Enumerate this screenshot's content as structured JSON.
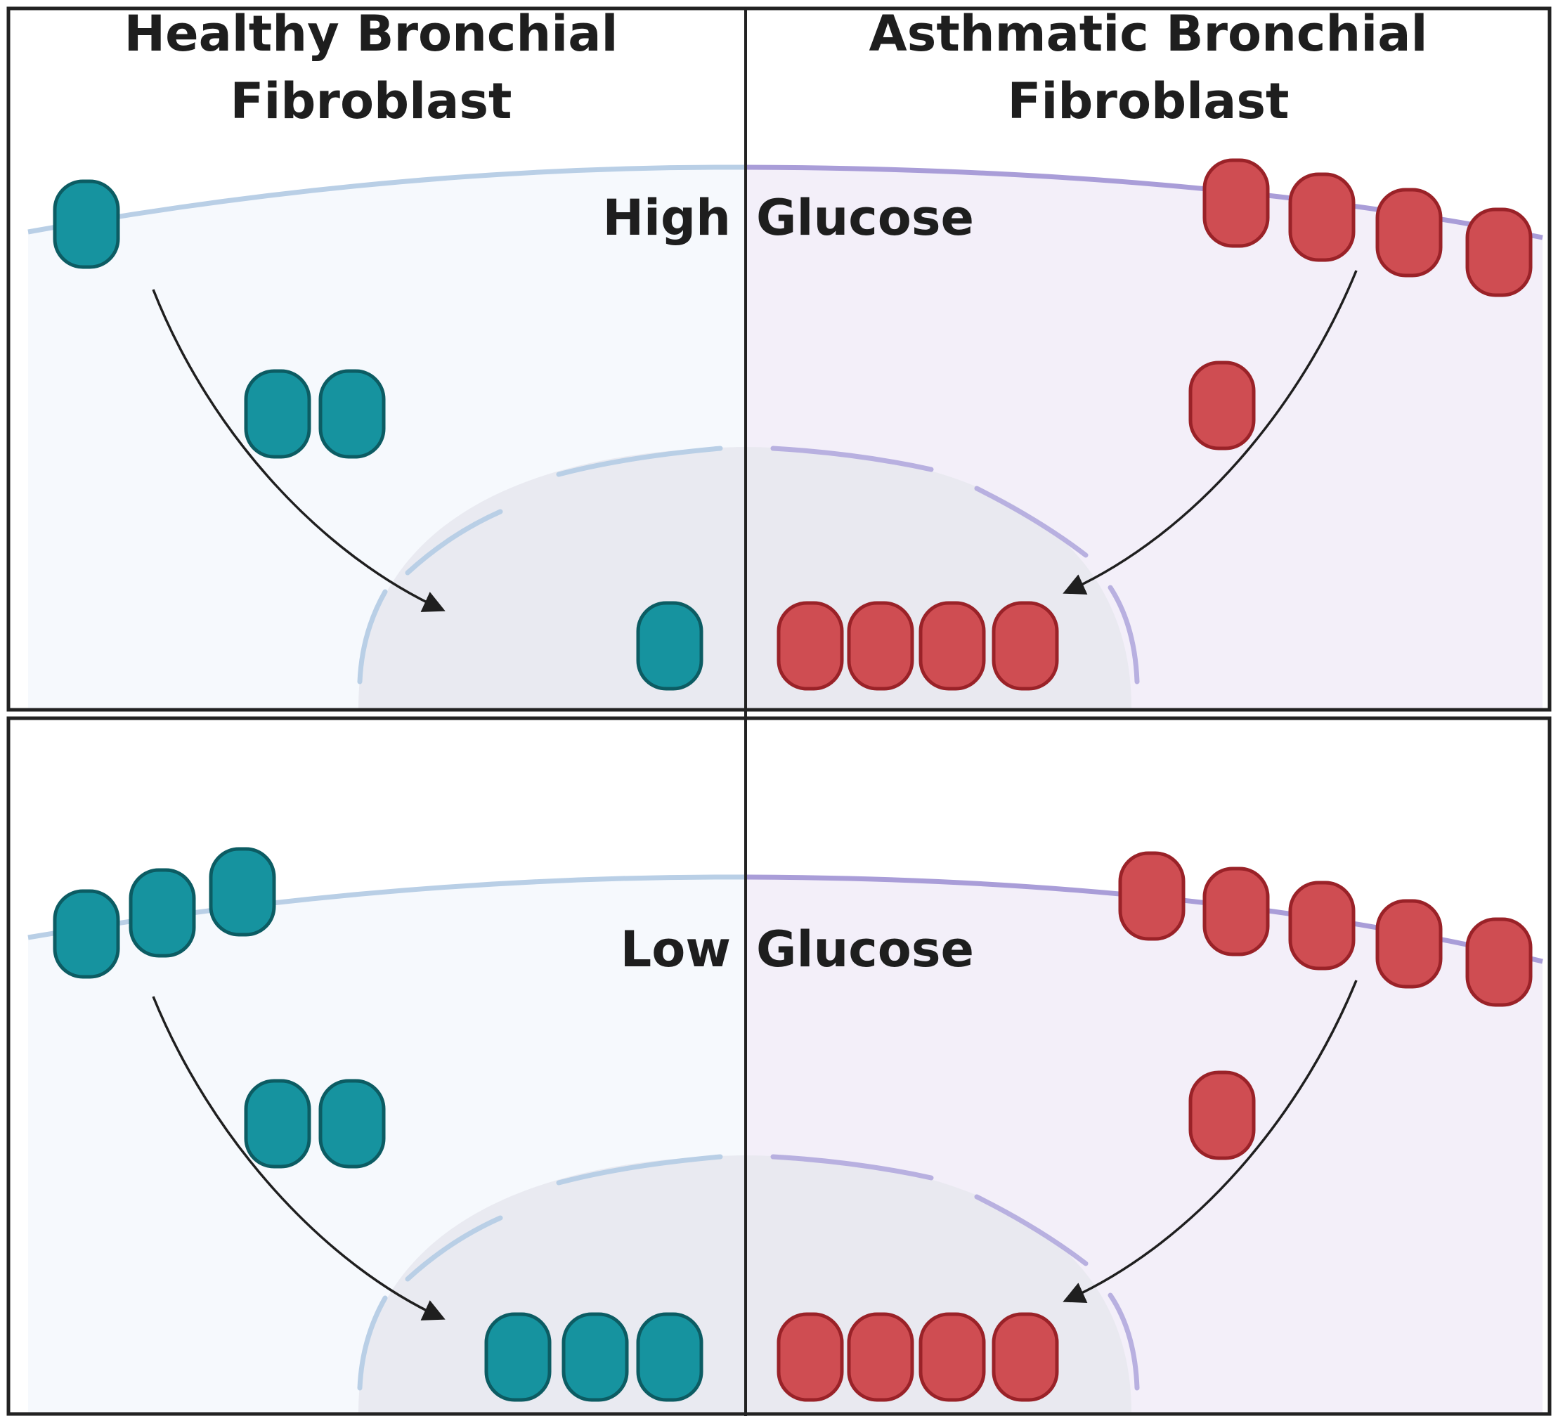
{
  "header": {
    "left_title": [
      "Healthy Bronchial",
      "Fibroblast"
    ],
    "right_title": [
      "Asthmatic Bronchial",
      "Fibroblast"
    ]
  },
  "panels": [
    {
      "condition_left": "High",
      "condition_right": "Glucose",
      "healthy": {
        "membrane_receptors": 1,
        "cytoplasm_receptors": 2,
        "nuclear_receptors": 1
      },
      "asthmatic": {
        "membrane_receptors": 4,
        "cytoplasm_receptors": 1,
        "nuclear_receptors": 4
      }
    },
    {
      "condition_left": "Low",
      "condition_right": "Glucose",
      "healthy": {
        "membrane_receptors": 3,
        "cytoplasm_receptors": 2,
        "nuclear_receptors": 3
      },
      "asthmatic": {
        "membrane_receptors": 5,
        "cytoplasm_receptors": 1,
        "nuclear_receptors": 4
      }
    }
  ],
  "colors": {
    "healthy_receptor": "#16939f",
    "healthy_receptor_stroke": "#0c5c63",
    "asthmatic_receptor": "#cf4d52",
    "asthmatic_receptor_stroke": "#9a2228",
    "healthy_bg": "#f6f9fd",
    "asthmatic_bg": "#f3eff9",
    "healthy_membrane": "#b9cfe6",
    "asthmatic_membrane": "#a99dd8",
    "nucleus": "#e6e8ee",
    "frame": "#222222",
    "arrow": "#1f1f1f"
  }
}
